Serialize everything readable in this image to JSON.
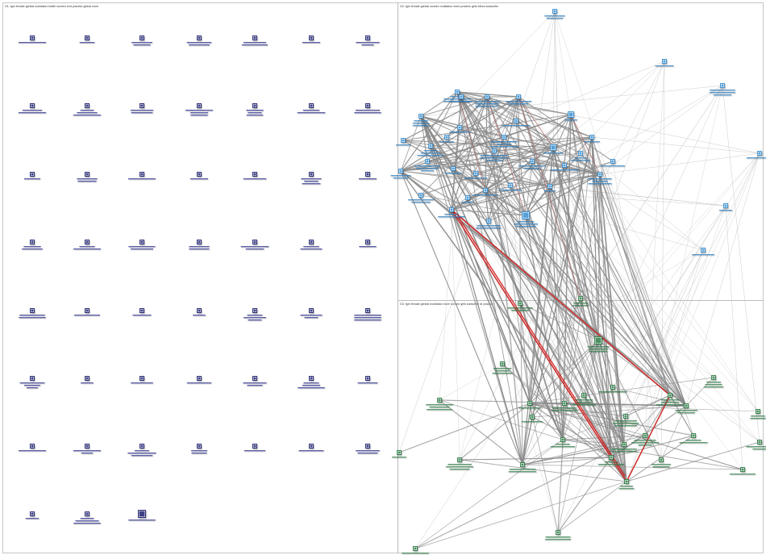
{
  "panels": [
    {
      "id": "G1",
      "title": "G1: fgm female genital mutilation health women end practice global more"
    },
    {
      "id": "G2",
      "title": "G2: fgm female genital women mutilation more practice girls follow subscribe"
    },
    {
      "id": "G3",
      "title": "G3: fgm female genital mutilation more women girls subscribe dr practice"
    }
  ],
  "colors": {
    "background": "#ffffff",
    "panel_border": "#b8b8b8",
    "edge": "#8a8a8a",
    "edge_light": "#c6c6c6",
    "edge_highlight": "#d42020",
    "node_g1": "#1c1f6e",
    "node_g2": "#3a8fd0",
    "node_g3": "#2f7d46",
    "label_g1": "#2a2f8a",
    "label_g2": "#2b7dc0",
    "label_g3": "#2f7d46"
  }
}
